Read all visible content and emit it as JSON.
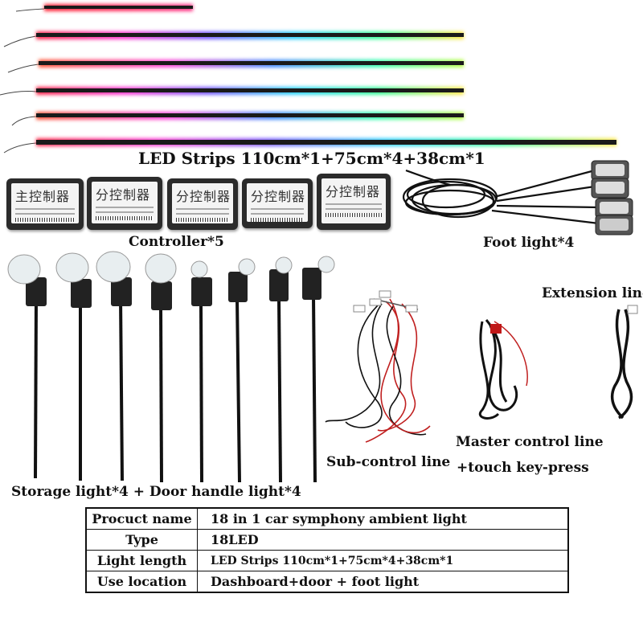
{
  "labels": {
    "led_strips": "LED Strips 110cm*1+75cm*4+38cm*1",
    "controller": "Controller*5",
    "foot_light": "Foot light*4",
    "extension_line": "Extension line",
    "master_control_line": "Master control line",
    "touch_key_press": "+touch  key-press",
    "sub_control_line": "Sub-control line",
    "storage_door_light": "Storage light*4 + Door handle light*4"
  },
  "controllers": [
    {
      "title": "主控制器"
    },
    {
      "title": "分控制器"
    },
    {
      "title": "分控制器"
    },
    {
      "title": "分控制器"
    },
    {
      "title": "分控制器"
    }
  ],
  "spec_table": [
    {
      "key": "Procuct name",
      "value": "18 in 1 car symphony ambient light"
    },
    {
      "key": "Type",
      "value": "18LED"
    },
    {
      "key": "Light length",
      "value": "LED Strips 110cm*1+75cm*4+38cm*1"
    },
    {
      "key": "Use location",
      "value": "Dashboard+door + foot light"
    }
  ]
}
